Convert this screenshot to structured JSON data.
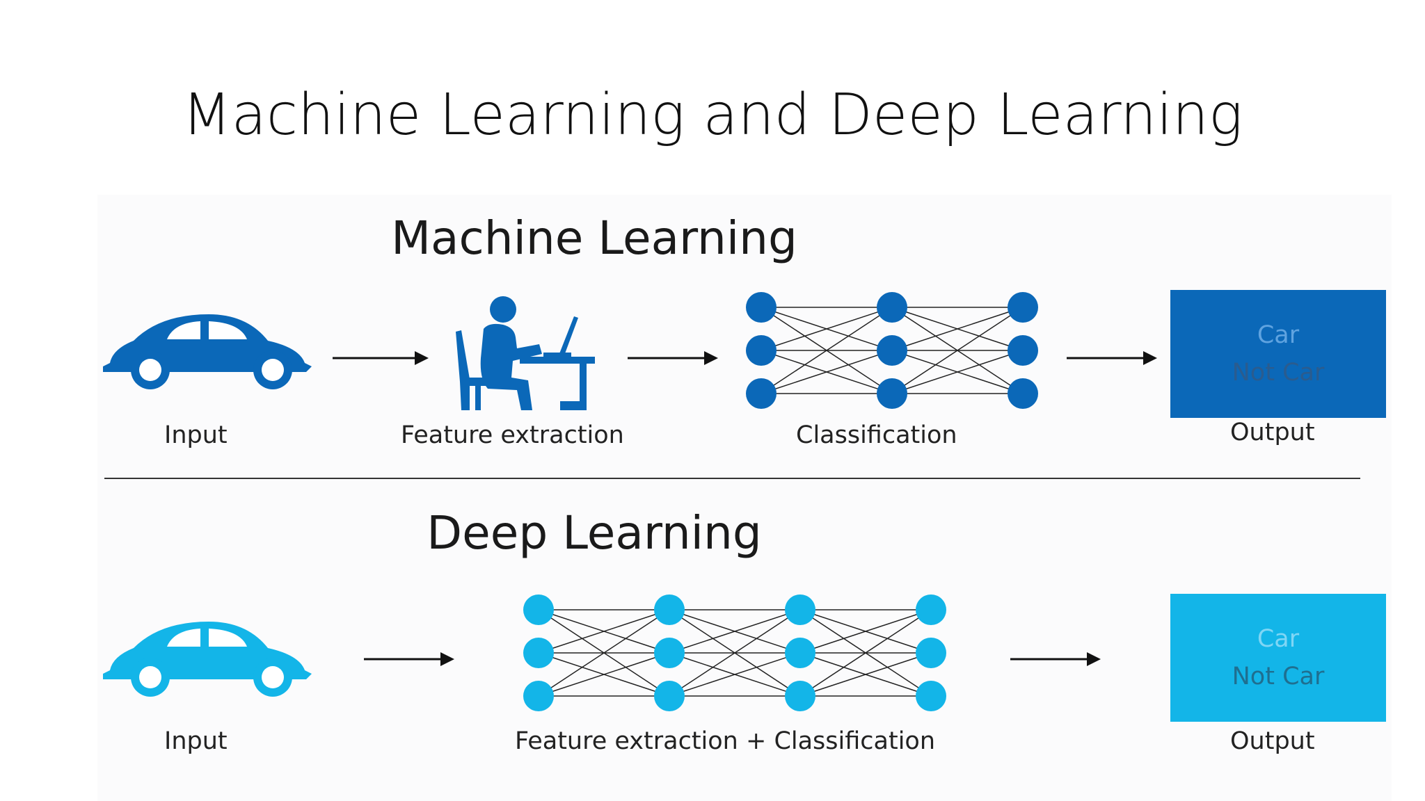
{
  "slide": {
    "title": "Machine Learning and Deep Learning"
  },
  "machine_learning": {
    "title": "Machine Learning",
    "steps": [
      "Input",
      "Feature extraction",
      "Classification",
      "Output"
    ],
    "output": {
      "line1": "Car",
      "line2": "Not Car"
    },
    "colors": {
      "primary": "#0b68b8"
    },
    "icons": [
      "car-icon",
      "person-at-desk-icon",
      "neural-network-icon"
    ]
  },
  "deep_learning": {
    "title": "Deep Learning",
    "steps": [
      "Input",
      "Feature extraction + Classification",
      "Output"
    ],
    "output": {
      "line1": "Car",
      "line2": "Not Car"
    },
    "colors": {
      "primary": "#13b5e8"
    },
    "icons": [
      "car-icon",
      "neural-network-icon"
    ]
  }
}
